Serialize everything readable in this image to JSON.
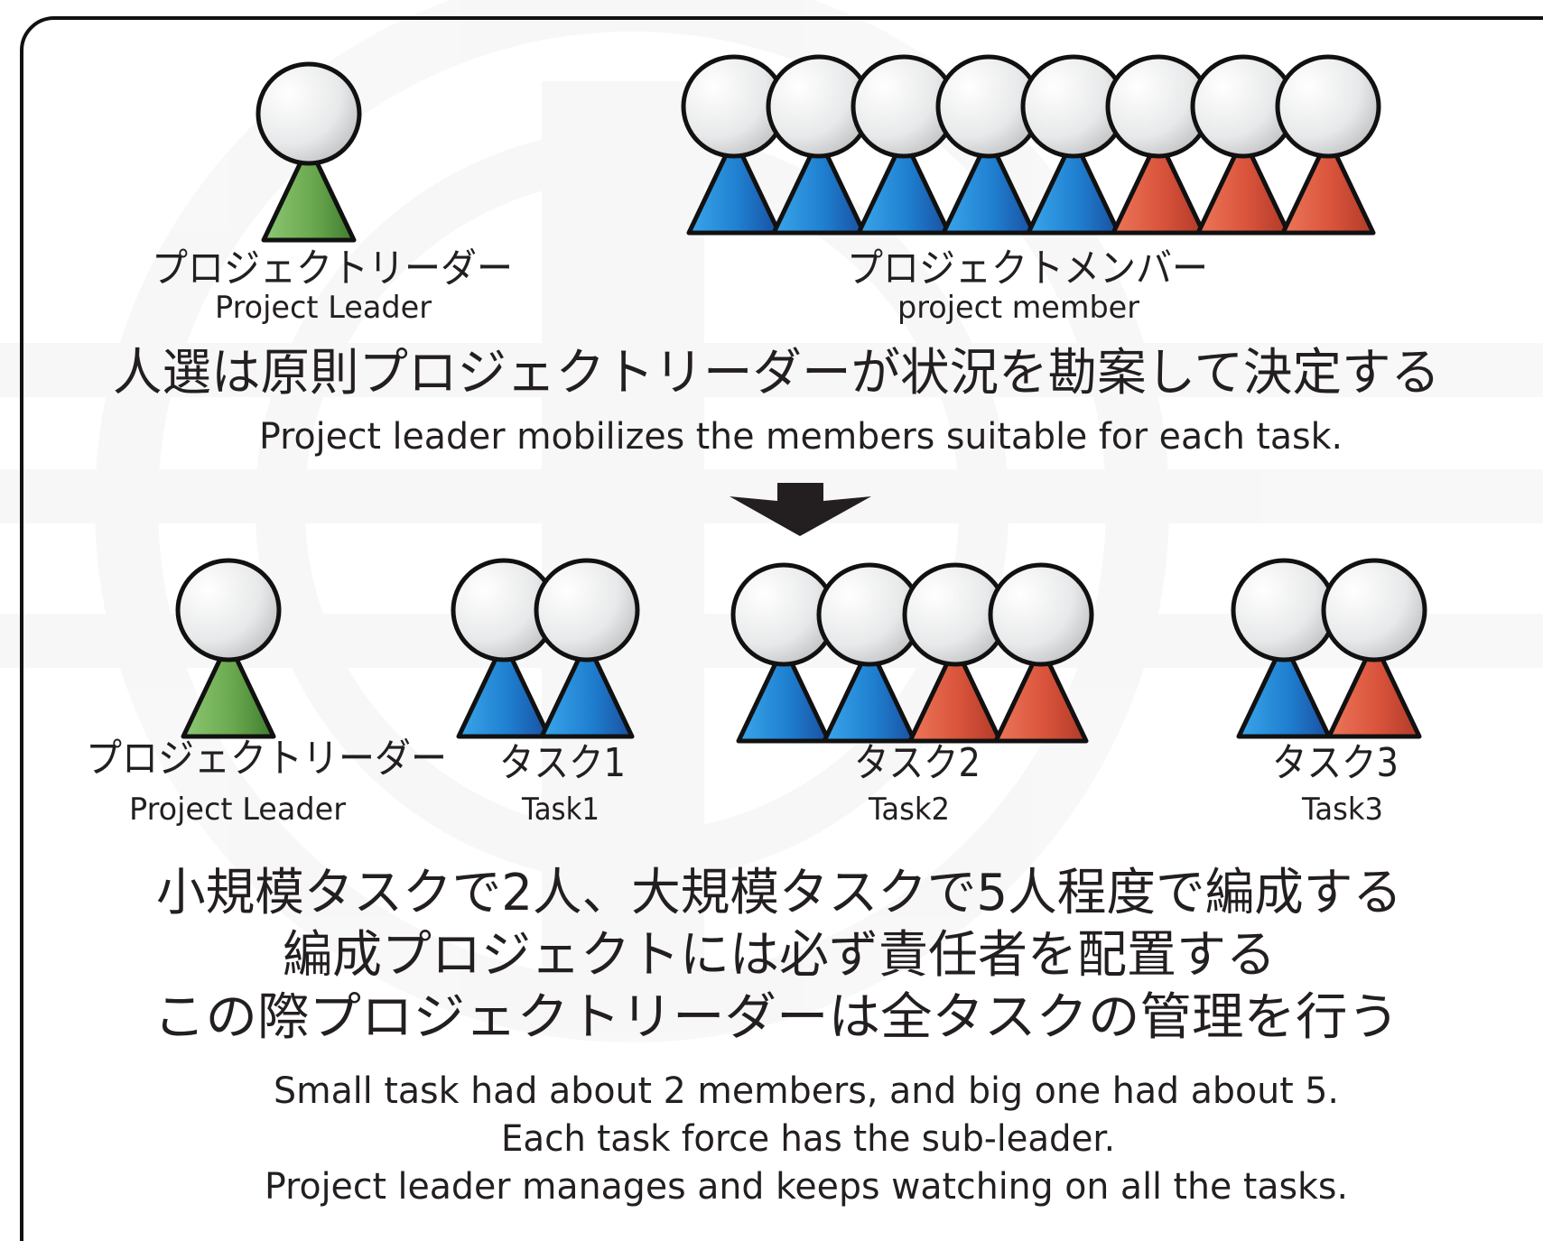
{
  "top": {
    "leader": {
      "label_ja": "プロジェクトリーダー",
      "label_en": "Project Leader",
      "color": "green"
    },
    "members": {
      "label_ja": "プロジェクトメンバー",
      "label_en": "project member",
      "colors": [
        "blue",
        "blue",
        "blue",
        "blue",
        "blue",
        "red",
        "red",
        "red"
      ]
    },
    "caption_ja": "人選は原則プロジェクトリーダーが状況を勘案して決定する",
    "caption_en": "Project leader mobilizes the members suitable for each task."
  },
  "bottom": {
    "leader": {
      "label_ja": "プロジェクトリーダー",
      "label_en": "Project Leader",
      "color": "green"
    },
    "tasks": [
      {
        "label_ja": "タスク1",
        "label_en": "Task1",
        "colors": [
          "blue",
          "blue"
        ]
      },
      {
        "label_ja": "タスク2",
        "label_en": "Task2",
        "colors": [
          "blue",
          "blue",
          "red",
          "red"
        ]
      },
      {
        "label_ja": "タスク3",
        "label_en": "Task3",
        "colors": [
          "blue",
          "red"
        ]
      }
    ],
    "notes_ja": [
      "小規模タスクで2人、大規模タスクで5人程度で編成する",
      "編成プロジェクトには必ず責任者を配置する",
      "この際プロジェクトリーダーは全タスクの管理を行う"
    ],
    "notes_en": [
      "Small task had about 2 members, and big one had about 5.",
      "Each task force has the sub-leader.",
      "Project leader manages and keeps watching on all the tasks."
    ]
  },
  "colors": {
    "green": "#6aa84f",
    "blue": "#1f7fd0",
    "red": "#d9533b",
    "head": "#e6e7e8",
    "outline": "#111111",
    "text": "#231f20"
  }
}
